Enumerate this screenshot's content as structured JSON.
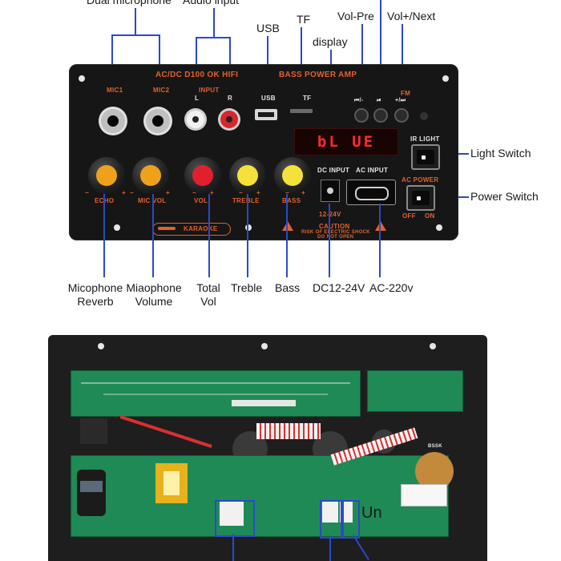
{
  "colors": {
    "line": "#2d49c9",
    "panel": "#161616",
    "print": "#e2622a",
    "knob_orange": "#f0a11c",
    "knob_red": "#e1202f",
    "knob_yellow": "#f4e23a",
    "display_text": "#ff2a2a",
    "pcb": "#1f8a55"
  },
  "callouts": {
    "dual_microphone": "Dual microphone",
    "audio_input": "Audio input",
    "usb": "USB",
    "tf": "TF",
    "display": "display",
    "vol_pre": "Vol-Pre",
    "vol_next": "Vol+/Next",
    "light_switch": "Light Switch",
    "power_switch": "Power Switch",
    "mic_reverb_1": "Micophone",
    "mic_reverb_2": "Reverb",
    "mic_volume_1": "Miaophone",
    "mic_volume_2": "Volume",
    "total_vol_1": "Total",
    "total_vol_2": "Vol",
    "treble": "Treble",
    "bass": "Bass",
    "dc": "DC12-24V",
    "ac": "AC-220v",
    "on_fragment": "Un"
  },
  "panel_print": {
    "title_left": "AC/DC D100 OK HIFI",
    "title_right": "BASS  POWER AMP",
    "mic1": "MIC1",
    "mic2": "MIC2",
    "input": "INPUT",
    "l": "L",
    "r": "R",
    "usb": "USB",
    "tf": "TF",
    "fm": "FM",
    "btn1": "⏮/-",
    "btn2": "⏯",
    "btn3": "+/⏭",
    "display_text": "bL UE",
    "ir_light": "IR  LIGHT",
    "ac_power": "AC POWER",
    "off": "OFF",
    "on": "ON",
    "echo": "ECHO",
    "mic_vol": "MIC VOL",
    "vol": "VOL",
    "treble": "TREBLE",
    "bass": "BASS",
    "dc_input": "DC INPUT",
    "ac_input": "AC INPUT",
    "v1224": "12-24V",
    "caution": "CAUTION",
    "caution_1": "RISK OF ELECTRIC SHOCK",
    "caution_2": "DO NOT OPEN",
    "karaoke": "KARAOKE",
    "minus": "−",
    "plus": "+",
    "board_mark": "BSSK"
  }
}
